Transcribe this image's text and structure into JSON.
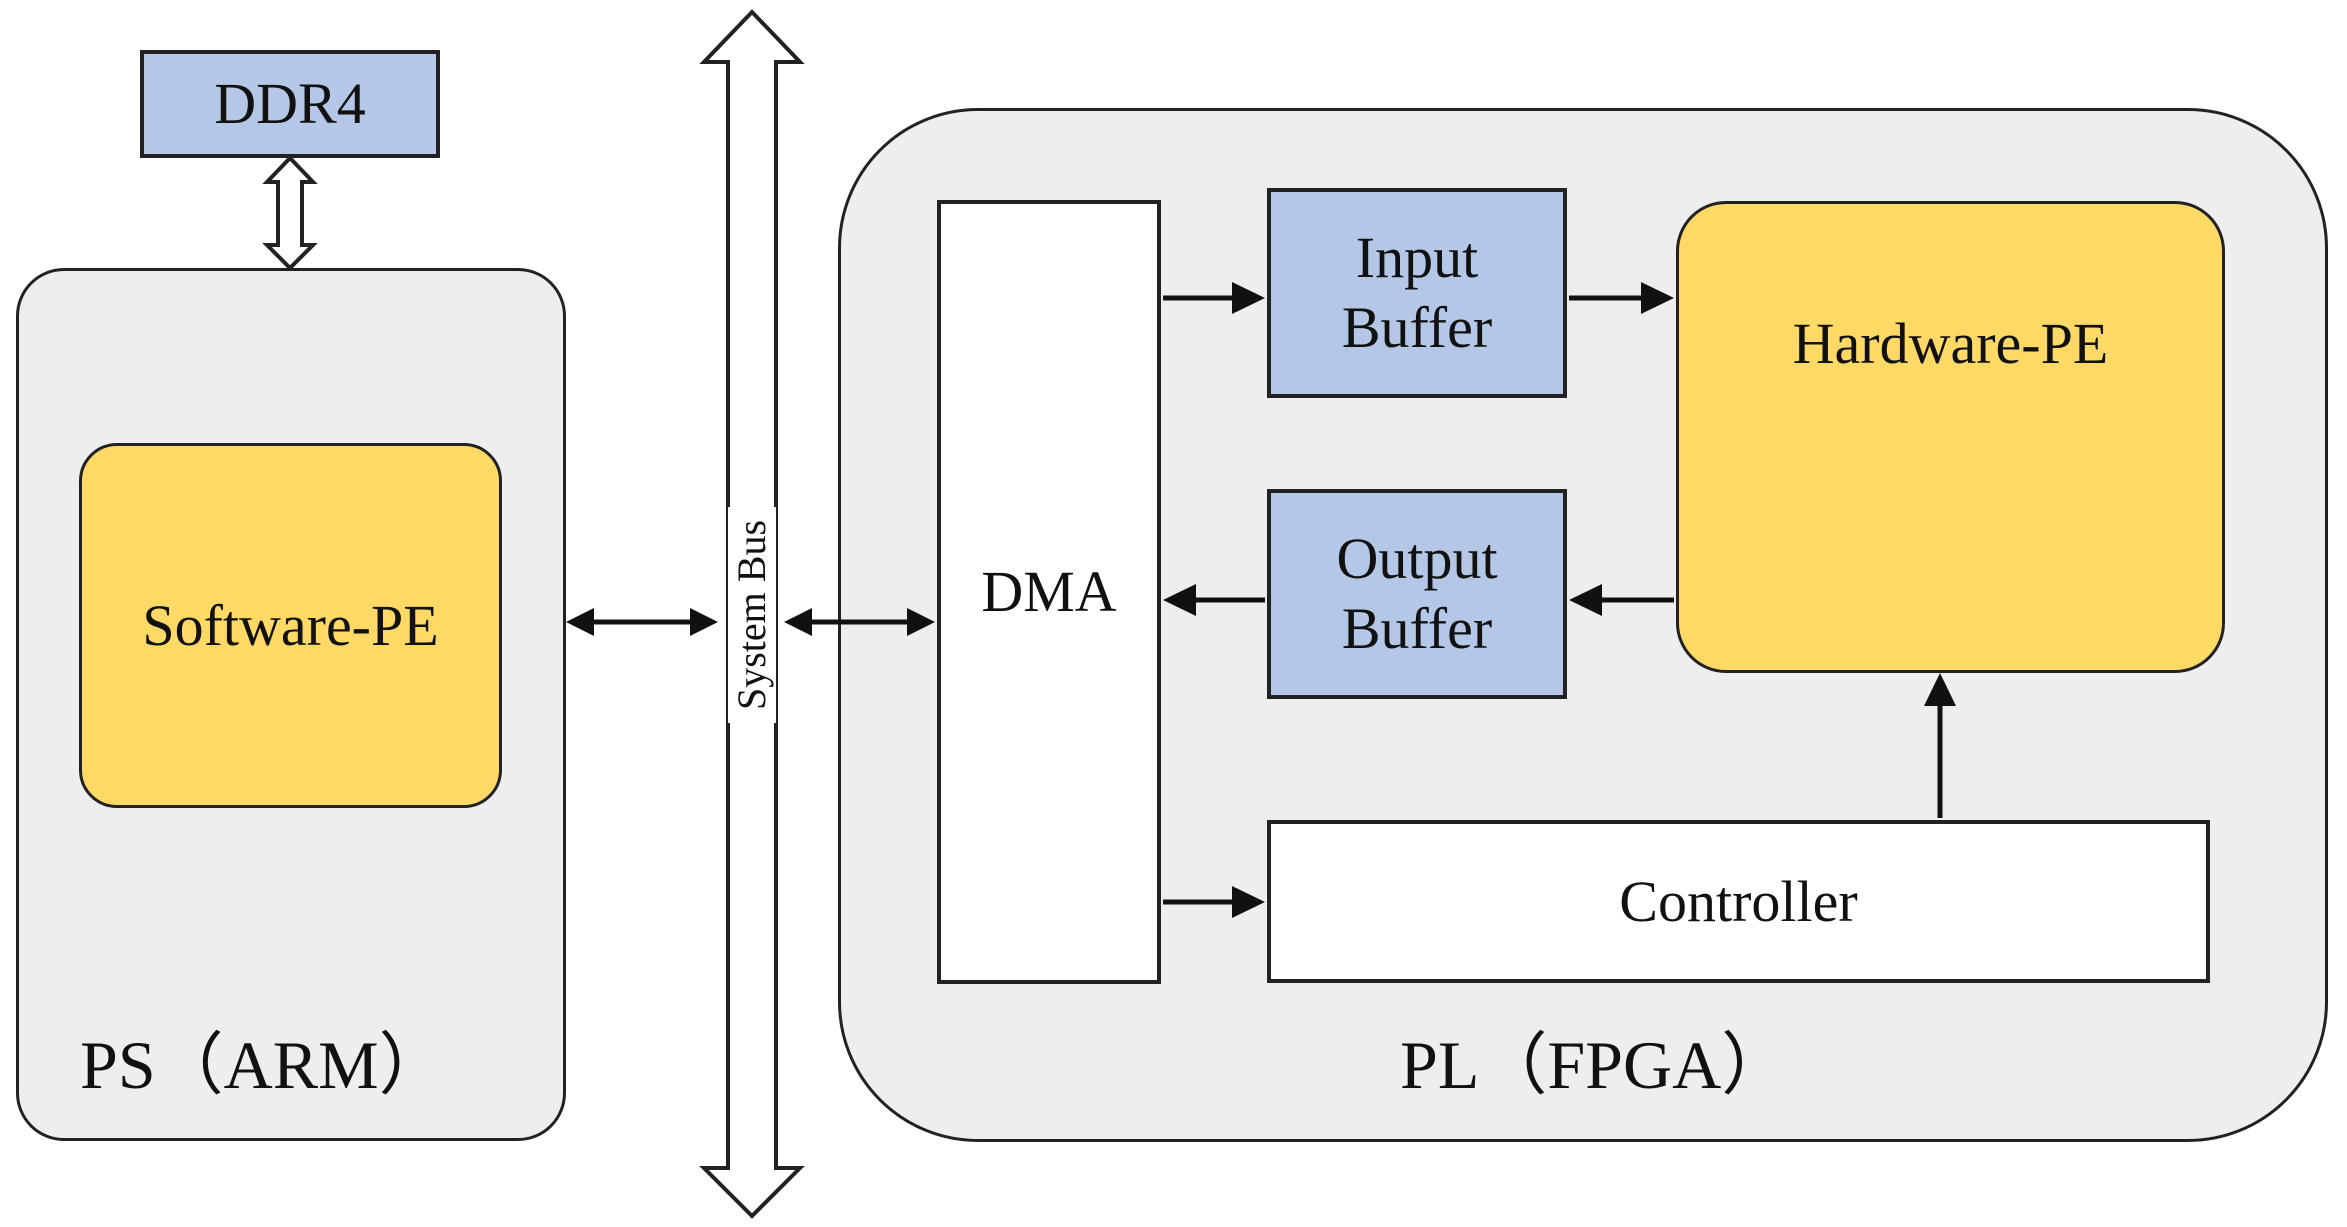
{
  "diagram": {
    "ddr": {
      "label": "DDR4"
    },
    "ps": {
      "title": "PS（ARM）",
      "software_pe": {
        "label": "Software-PE"
      }
    },
    "system_bus": {
      "label": "System Bus"
    },
    "pl": {
      "title": "PL（FPGA）",
      "dma": {
        "label": "DMA"
      },
      "input_buffer": {
        "line1": "Input",
        "line2": "Buffer"
      },
      "output_buffer": {
        "line1": "Output",
        "line2": "Buffer"
      },
      "hardware_pe": {
        "label": "Hardware-PE"
      },
      "controller": {
        "label": "Controller"
      }
    }
  },
  "colors": {
    "panel_fill": "#eeeeee",
    "blue_block": "#b4c7e7",
    "yellow_block": "#ffd966",
    "stroke": "#222222"
  }
}
